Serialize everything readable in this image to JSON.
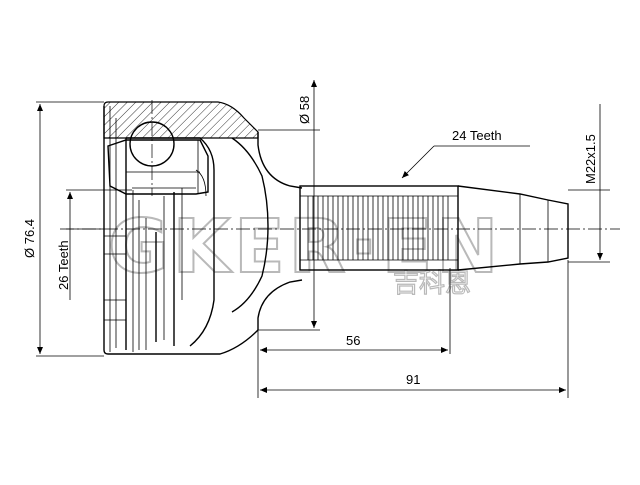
{
  "drawing": {
    "dimensions": {
      "dia_58": "Ø 58",
      "dia_76_4": "Ø 76.4",
      "teeth_26": "26 Teeth",
      "teeth_24": "24 Teeth",
      "thread": "M22x1.5",
      "len_56": "56",
      "len_91": "91"
    },
    "watermark": {
      "brand": "GKER·EN",
      "chinese": "吉科恩"
    }
  }
}
